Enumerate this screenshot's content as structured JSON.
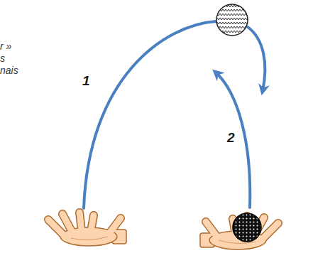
{
  "diagram": {
    "labels": [
      "r »",
      "s",
      "nais",
      "1",
      "2"
    ]
  }
}
